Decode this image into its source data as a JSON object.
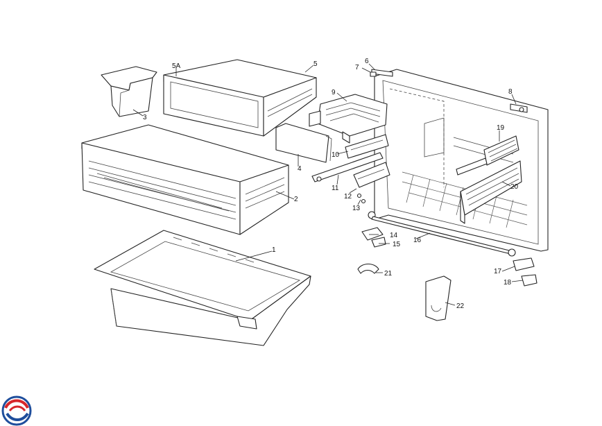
{
  "callouts": [
    "1",
    "2",
    "3",
    "4",
    "5",
    "5A",
    "6",
    "7",
    "8",
    "9",
    "10",
    "11",
    "12",
    "13",
    "14",
    "15",
    "16",
    "17",
    "18",
    "19",
    "20",
    "21",
    "22"
  ],
  "colors": {
    "logo_red": "#d7262b",
    "logo_blue": "#1f4e9c"
  },
  "logo": {
    "icon": "swirl-logo-icon"
  }
}
